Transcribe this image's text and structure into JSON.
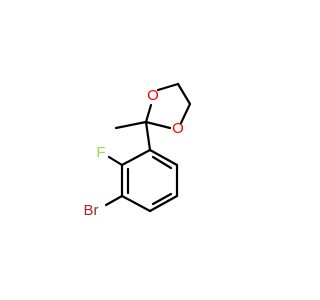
{
  "molecule": {
    "atoms": {
      "oxygen_top": {
        "label": "O",
        "color": "#ff0000"
      },
      "oxygen_right": {
        "label": "O",
        "color": "#ff0000"
      },
      "fluorine": {
        "label": "F",
        "color": "#90e050"
      },
      "bromine": {
        "label": "Br",
        "color": "#a52a2a"
      }
    },
    "bond_color": "#000000"
  }
}
